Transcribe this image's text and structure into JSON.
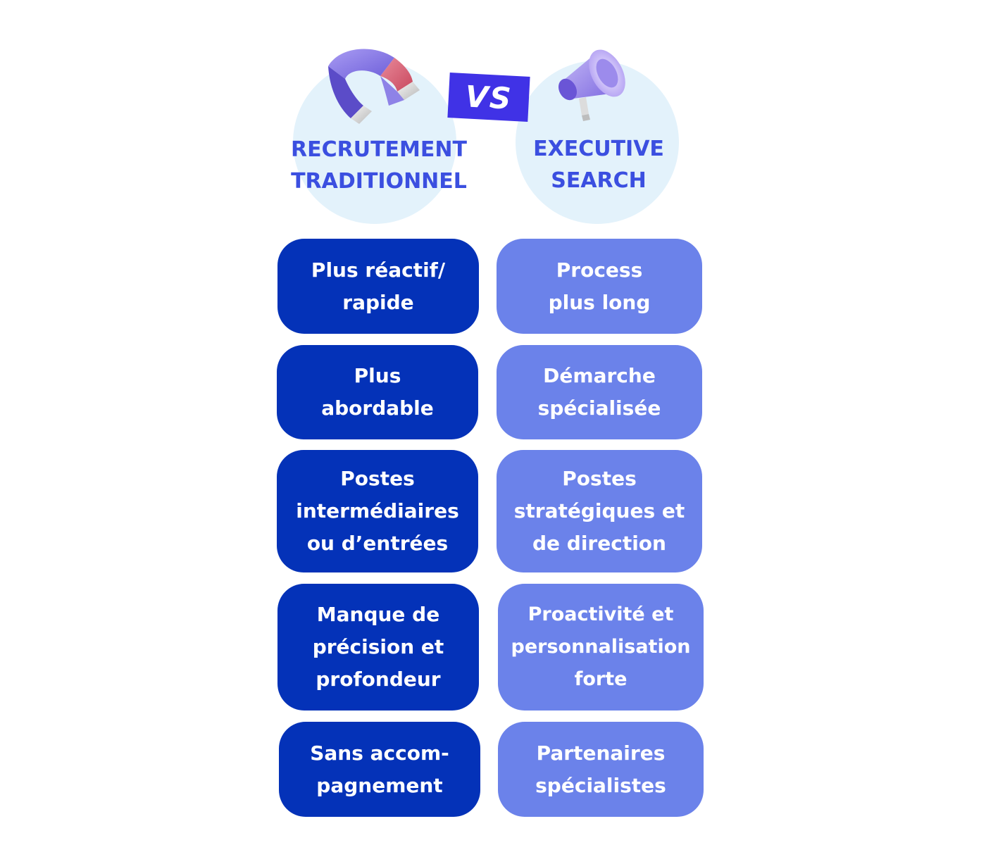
{
  "badge": {
    "vs_label": "VS"
  },
  "columns": {
    "left": {
      "title_lines": [
        "RECRUTEMENT",
        "TRADITIONNEL"
      ],
      "icon": "magnet-icon",
      "card_color": "#0432b8",
      "items": [
        {
          "lines": [
            "Plus réactif/",
            "rapide"
          ]
        },
        {
          "lines": [
            "Plus",
            "abordable"
          ]
        },
        {
          "lines": [
            "Postes",
            "intermédiaires",
            "ou d’entrées"
          ]
        },
        {
          "lines": [
            "Manque de",
            "précision et",
            "profondeur"
          ]
        },
        {
          "lines": [
            "Sans accom-",
            "pagnement"
          ]
        }
      ]
    },
    "right": {
      "title_lines": [
        "EXECUTIVE",
        "SEARCH"
      ],
      "icon": "megaphone-icon",
      "card_color": "#6b82ea",
      "items": [
        {
          "lines": [
            "Process",
            "plus long"
          ]
        },
        {
          "lines": [
            "Démarche",
            "spécialisée"
          ]
        },
        {
          "lines": [
            "Postes",
            "stratégiques et",
            "de direction"
          ]
        },
        {
          "lines": [
            "Proactivité et",
            "personnalisation",
            "forte"
          ]
        },
        {
          "lines": [
            "Partenaires",
            "spécialistes"
          ]
        }
      ]
    }
  },
  "colors": {
    "heading": "#3b4fe0",
    "circle": "#e3f2fb",
    "badge": "#4032e6"
  }
}
